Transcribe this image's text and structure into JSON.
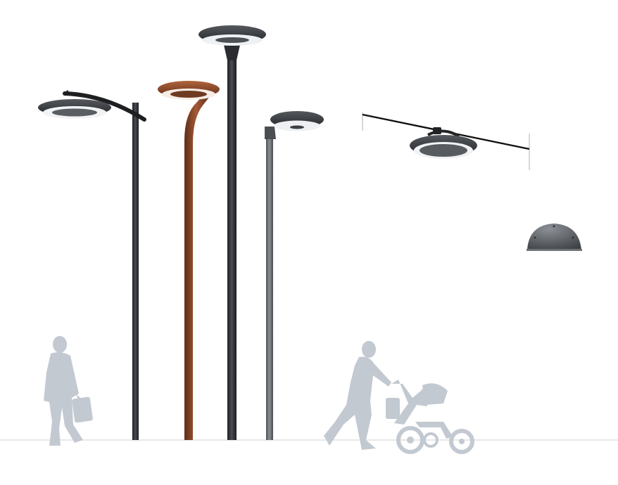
{
  "scene": {
    "description_visible_text": [],
    "colors": {
      "background": "#ffffff",
      "ground_line": "#d9d9d9",
      "silhouette": "#c3c9d1",
      "dark_pole": "#2b2d30",
      "black_pole": "#1e1f21",
      "grey_pole": "#5f6368",
      "corten": "#7a3e24",
      "corten_light": "#9a5433",
      "luminaire_dark": "#34373b",
      "lens": "#e9ecef",
      "lens_dark": "#50545a",
      "cable": "#111111"
    },
    "objects": [
      {
        "name": "pedestrian-with-bag",
        "kind": "silhouette"
      },
      {
        "name": "offset-arm-streetlight",
        "kind": "luminaire"
      },
      {
        "name": "corten-hook-streetlight",
        "kind": "luminaire"
      },
      {
        "name": "post-top-streetlight",
        "kind": "luminaire"
      },
      {
        "name": "side-entry-streetlight",
        "kind": "luminaire"
      },
      {
        "name": "catenary-suspended-luminaire",
        "kind": "luminaire"
      },
      {
        "name": "dome-wall-luminaire",
        "kind": "luminaire"
      },
      {
        "name": "woman-with-stroller",
        "kind": "silhouette"
      }
    ]
  }
}
